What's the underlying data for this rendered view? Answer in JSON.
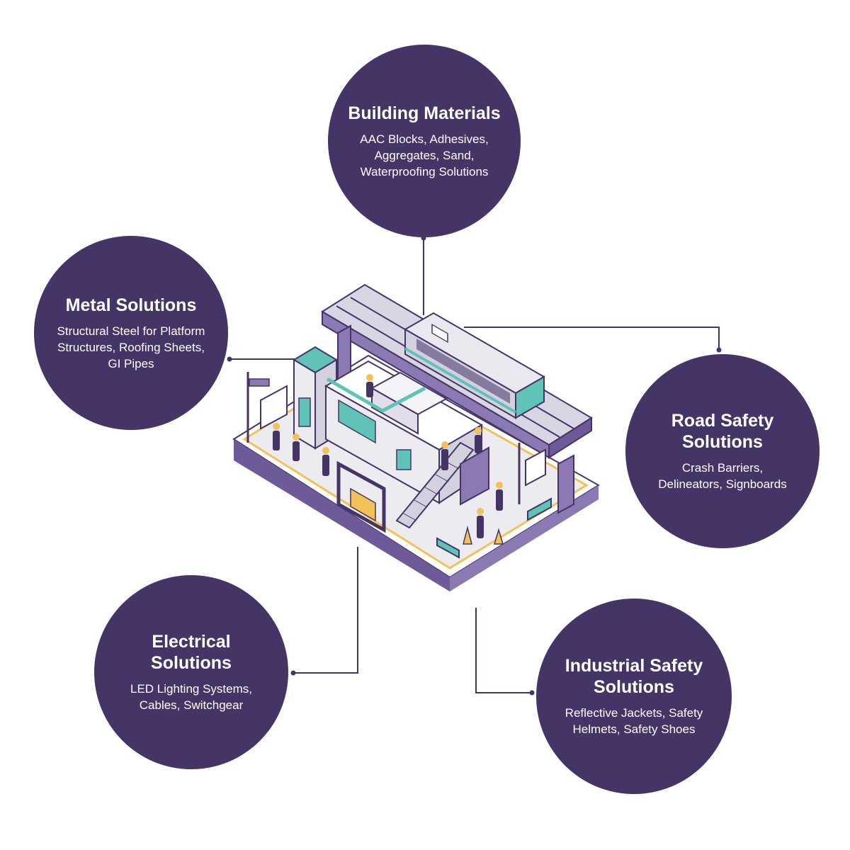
{
  "colors": {
    "circle": "#453567",
    "connector": "#453567",
    "accent_teal": "#5fc3b8",
    "accent_yellow": "#f3c15a",
    "platform": "#ecebf0"
  },
  "nodes": {
    "building": {
      "title": "Building Materials",
      "description": "AAC Blocks, Adhesives, Aggregates, Sand, Waterproofing Solutions"
    },
    "metal": {
      "title": "Metal Solutions",
      "description": "Structural Steel for Platform Structures, Roofing Sheets, GI Pipes"
    },
    "road": {
      "title": "Road Safety Solutions",
      "description": "Crash Barriers, Delineators, Signboards"
    },
    "electrical": {
      "title": "Electrical Solutions",
      "description": "LED Lighting Systems, Cables, Switchgear"
    },
    "industrial": {
      "title": "Industrial Safety Solutions",
      "description": "Reflective Jackets, Safety Helmets, Safety Shoes"
    }
  },
  "illustration": {
    "subject": "metro-station-construction"
  }
}
